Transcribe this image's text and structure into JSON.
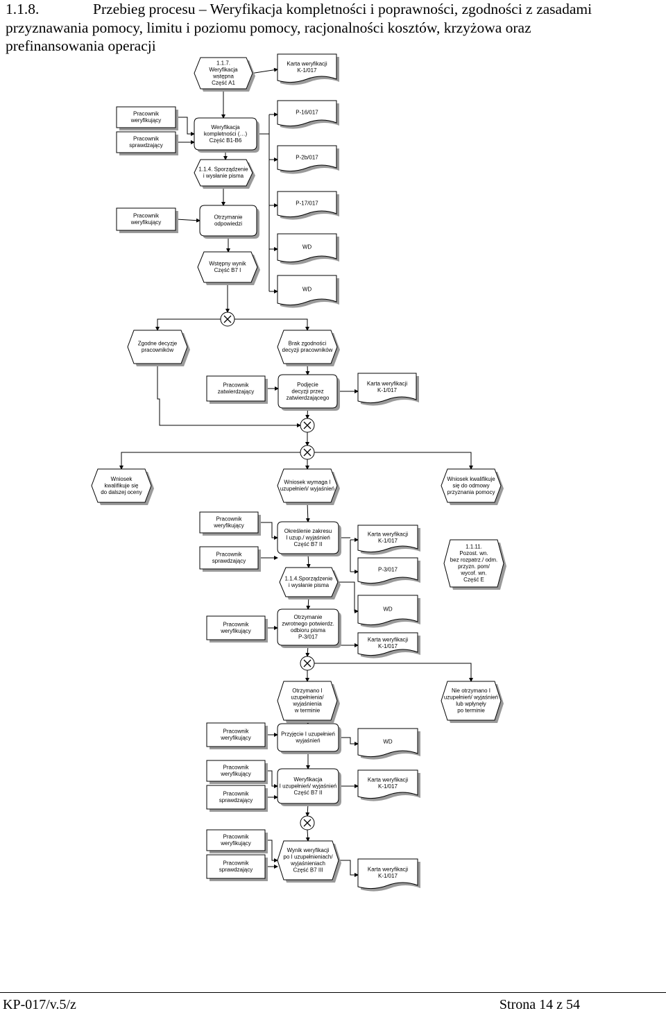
{
  "header": {
    "section_number": "1.1.8.",
    "line1": "Przebieg procesu – Weryfikacja kompletności i poprawności, zgodności z zasadami",
    "line2": "przyznawania pomocy, limitu i poziomu pomocy, racjonalności kosztów, krzyżowa oraz",
    "line3": "prefinansowania operacji"
  },
  "footer": {
    "left": "KP-017/v.5/z",
    "right": "Strona 14 z 54"
  },
  "diagram": {
    "nodes": [
      {
        "id": "n1",
        "kind": "event",
        "lines": [
          "1.1.7.",
          "Weryfikacja",
          "wstępna",
          "Część A1"
        ]
      },
      {
        "id": "n2",
        "kind": "doc",
        "lines": [
          "Karta weryfikacji",
          "K-1/017"
        ]
      },
      {
        "id": "n3",
        "kind": "role",
        "lines": [
          "Pracownik",
          "weryfikujący"
        ]
      },
      {
        "id": "n4",
        "kind": "role",
        "lines": [
          "Pracownik",
          "sprawdzający"
        ]
      },
      {
        "id": "n5",
        "kind": "func",
        "lines": [
          "Weryfikacja",
          "kompletności (…)",
          "Część B1-B6"
        ]
      },
      {
        "id": "n6",
        "kind": "doc",
        "lines": [
          "P-16/017"
        ]
      },
      {
        "id": "n7",
        "kind": "doc",
        "lines": [
          "P-2b/017"
        ]
      },
      {
        "id": "n8",
        "kind": "event",
        "lines": [
          "1.1.4. Sporządzenie",
          "i wysłanie pisma"
        ]
      },
      {
        "id": "n9",
        "kind": "doc",
        "lines": [
          "P-17/017"
        ]
      },
      {
        "id": "n10",
        "kind": "role",
        "lines": [
          "Pracownik",
          "weryfikujący"
        ]
      },
      {
        "id": "n11",
        "kind": "func",
        "lines": [
          "Otrzymanie",
          "odpowiedzi"
        ]
      },
      {
        "id": "n12",
        "kind": "doc",
        "lines": [
          "WD"
        ]
      },
      {
        "id": "n13",
        "kind": "event",
        "lines": [
          "Wstępny wynik",
          "Część B7 I"
        ]
      },
      {
        "id": "n14",
        "kind": "doc",
        "lines": [
          "WD"
        ]
      },
      {
        "id": "n15",
        "kind": "event",
        "lines": [
          "Zgodne decyzje",
          "pracowników"
        ]
      },
      {
        "id": "n16",
        "kind": "event",
        "lines": [
          "Brak zgodności",
          "decyzji pracowników"
        ]
      },
      {
        "id": "n17",
        "kind": "role",
        "lines": [
          "Pracownik",
          "zatwierdzający"
        ]
      },
      {
        "id": "n18",
        "kind": "func",
        "lines": [
          "Podjęcie",
          "decyzji przez",
          "zatwierdzającego"
        ]
      },
      {
        "id": "n19",
        "kind": "doc",
        "lines": [
          "Karta weryfikacji",
          "K-1/017"
        ]
      },
      {
        "id": "n20",
        "kind": "event",
        "lines": [
          "Wniosek",
          "kwalifikuje się",
          "do dalszej oceny"
        ]
      },
      {
        "id": "n21",
        "kind": "event",
        "lines": [
          "Wniosek wymaga I",
          "uzupełnień/ wyjaśnień"
        ]
      },
      {
        "id": "n22",
        "kind": "event",
        "lines": [
          "Wniosek kwalifikuje",
          "się do odmowy",
          "przyznania pomocy"
        ]
      },
      {
        "id": "n23",
        "kind": "role",
        "lines": [
          "Pracownik",
          "weryfikujący"
        ]
      },
      {
        "id": "n24",
        "kind": "role",
        "lines": [
          "Pracownik",
          "sprawdzający"
        ]
      },
      {
        "id": "n25",
        "kind": "func",
        "lines": [
          "Określenie zakresu",
          "I uzup./ wyjaśnień",
          "Część B7 II"
        ]
      },
      {
        "id": "n26",
        "kind": "doc",
        "lines": [
          "Karta weryfikacji",
          "K-1/017"
        ]
      },
      {
        "id": "n27",
        "kind": "event",
        "lines": [
          "1.1.11.",
          "Pozost. wn.",
          "bez rozpatrz./ odm.",
          "przyzn. pom/",
          "wycof. wn.",
          "Część E"
        ]
      },
      {
        "id": "n28",
        "kind": "doc",
        "lines": [
          "P-3/017"
        ]
      },
      {
        "id": "n29",
        "kind": "event",
        "lines": [
          "1.1.4.Sporządzenie",
          "i wysłanie pisma"
        ]
      },
      {
        "id": "n30",
        "kind": "doc",
        "lines": [
          "WD"
        ]
      },
      {
        "id": "n31",
        "kind": "role",
        "lines": [
          "Pracownik",
          "weryfikujący"
        ]
      },
      {
        "id": "n32",
        "kind": "func",
        "lines": [
          "Otrzymanie",
          "zwrotnego potwierdz.",
          "odbioru pisma",
          "P-3/017"
        ]
      },
      {
        "id": "n33",
        "kind": "doc",
        "lines": [
          "Karta weryfikacji",
          "K-1/017"
        ]
      },
      {
        "id": "n34",
        "kind": "event",
        "lines": [
          "Otrzymano I",
          "uzupełnienia/",
          "wyjaśnienia",
          "w terminie"
        ]
      },
      {
        "id": "n35",
        "kind": "event",
        "lines": [
          "Nie otrzymano I",
          "uzupełnień/ wyjaśnień",
          "lub wpłynęły",
          "po terminie"
        ]
      },
      {
        "id": "n36",
        "kind": "role",
        "lines": [
          "Pracownik",
          "weryfikujący"
        ]
      },
      {
        "id": "n37",
        "kind": "func",
        "lines": [
          "Przyjęcie I uzupełnień",
          "wyjaśnień"
        ]
      },
      {
        "id": "n38",
        "kind": "doc",
        "lines": [
          "WD"
        ]
      },
      {
        "id": "n39",
        "kind": "role",
        "lines": [
          "Pracownik",
          "weryfikujący"
        ]
      },
      {
        "id": "n40",
        "kind": "role",
        "lines": [
          "Pracownik",
          "sprawdzający"
        ]
      },
      {
        "id": "n41",
        "kind": "func",
        "lines": [
          "Weryfikacja",
          "I uzupełnień/ wyjaśnień",
          "Część B7 II"
        ]
      },
      {
        "id": "n42",
        "kind": "doc",
        "lines": [
          "Karta weryfikacji",
          "K-1/017"
        ]
      },
      {
        "id": "n43",
        "kind": "role",
        "lines": [
          "Pracownik",
          "weryfikujący"
        ]
      },
      {
        "id": "n44",
        "kind": "role",
        "lines": [
          "Pracownik",
          "sprawdzający"
        ]
      },
      {
        "id": "n45",
        "kind": "event",
        "lines": [
          "Wynik weryfikacji",
          "po I uzupełnieniach/",
          "wyjaśnieniach",
          "Część B7 III"
        ]
      },
      {
        "id": "n46",
        "kind": "doc",
        "lines": [
          "Karta weryfikacji",
          "K-1/017"
        ]
      }
    ],
    "gateways": [
      {
        "id": "g1",
        "symbol": "XOR"
      },
      {
        "id": "g2",
        "symbol": "XOR"
      },
      {
        "id": "g3",
        "symbol": "XOR"
      },
      {
        "id": "g4",
        "symbol": "XOR"
      },
      {
        "id": "g5",
        "symbol": "XOR"
      }
    ]
  }
}
